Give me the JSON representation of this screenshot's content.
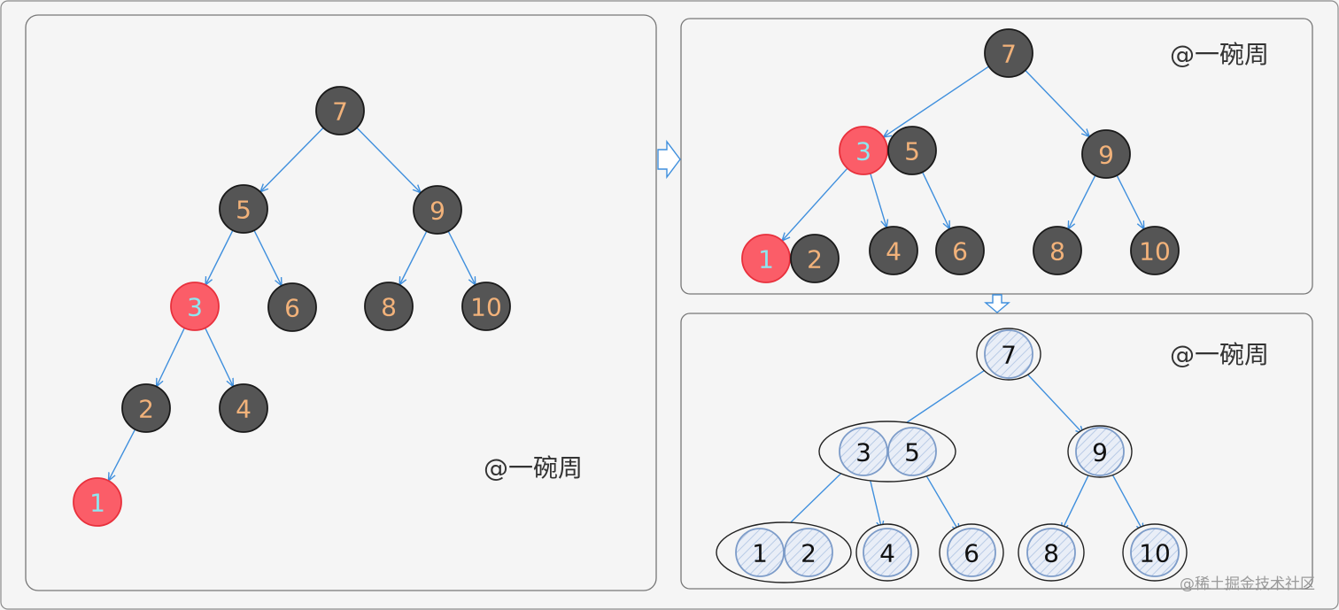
{
  "colors": {
    "background": "#f5f5f5",
    "panel_border": "#7a7a7a",
    "black_node": "#555555",
    "black_node_text": "#f2b27a",
    "red_node": "#fb5d68",
    "red_node_text": "#8ee7f0",
    "edge": "#3f8fdd",
    "btree_node_fill": "#dde6f3",
    "btree_node_text": "#111111"
  },
  "watermark": "@一碗周",
  "site_watermark": "@稀土掘金技术社区",
  "panels": [
    {
      "name": "left-tree-panel",
      "nodes": [
        {
          "label": "7",
          "color": "black"
        },
        {
          "label": "5",
          "color": "black"
        },
        {
          "label": "9",
          "color": "black"
        },
        {
          "label": "3",
          "color": "red"
        },
        {
          "label": "6",
          "color": "black"
        },
        {
          "label": "8",
          "color": "black"
        },
        {
          "label": "10",
          "color": "black"
        },
        {
          "label": "2",
          "color": "black"
        },
        {
          "label": "4",
          "color": "black"
        },
        {
          "label": "1",
          "color": "red"
        }
      ]
    },
    {
      "name": "top-right-tree-panel",
      "nodes": [
        {
          "label": "7",
          "color": "black"
        },
        {
          "label": "3",
          "color": "red"
        },
        {
          "label": "5",
          "color": "black"
        },
        {
          "label": "9",
          "color": "black"
        },
        {
          "label": "1",
          "color": "red"
        },
        {
          "label": "2",
          "color": "black"
        },
        {
          "label": "4",
          "color": "black"
        },
        {
          "label": "6",
          "color": "black"
        },
        {
          "label": "8",
          "color": "black"
        },
        {
          "label": "10",
          "color": "black"
        }
      ]
    },
    {
      "name": "bottom-right-btree-panel",
      "nodes": [
        {
          "label": "7"
        },
        {
          "label": "3"
        },
        {
          "label": "5"
        },
        {
          "label": "9"
        },
        {
          "label": "1"
        },
        {
          "label": "2"
        },
        {
          "label": "4"
        },
        {
          "label": "6"
        },
        {
          "label": "8"
        },
        {
          "label": "10"
        }
      ]
    }
  ],
  "arrows": [
    {
      "name": "right-arrow-icon",
      "direction": "right"
    },
    {
      "name": "down-arrow-icon",
      "direction": "down"
    }
  ]
}
